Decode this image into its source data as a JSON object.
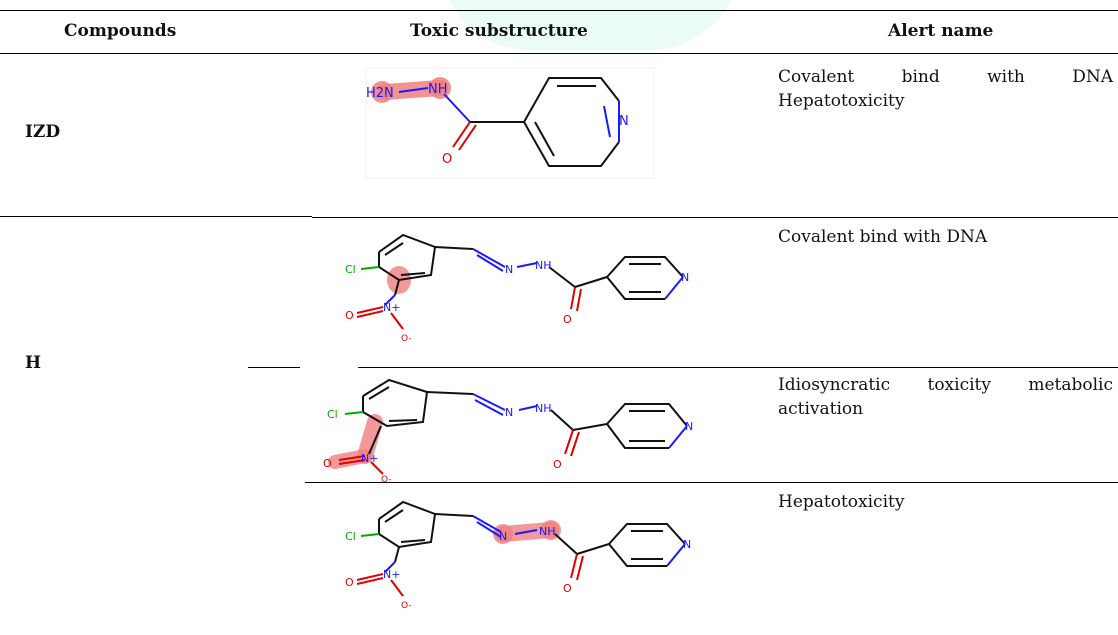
{
  "table": {
    "headers": [
      "Compounds",
      "Toxic substructure",
      "Alert name"
    ],
    "rows": [
      {
        "compound": "IZD",
        "alerts": [
          {
            "line1": [
              "Covalent",
              "bind",
              "with",
              "DNA"
            ],
            "line2": "Hepatotoxicity",
            "highlight": "hydrazide"
          }
        ]
      },
      {
        "compound": "H",
        "alerts": [
          {
            "text": "Covalent bind with DNA",
            "highlight": "aromatic-carbon-nitro"
          },
          {
            "line1": [
              "Idiosyncratic",
              "toxicity",
              "metabolic"
            ],
            "line2": "activation",
            "highlight": "nitro-group"
          },
          {
            "text": "Hepatotoxicity",
            "highlight": "hydrazone"
          }
        ]
      }
    ]
  },
  "atoms": {
    "h2n": "H2N",
    "nh": "NH",
    "n": "N",
    "o": "O",
    "cl": "Cl",
    "n_plus": "N+",
    "o_minus": "O-"
  },
  "colors": {
    "highlight": "#f08080",
    "nitrogen": "#1a1aff",
    "oxygen": "#e00000",
    "chlorine": "#00aa00",
    "bond": "#111111",
    "watermark": "#e6faf6"
  }
}
